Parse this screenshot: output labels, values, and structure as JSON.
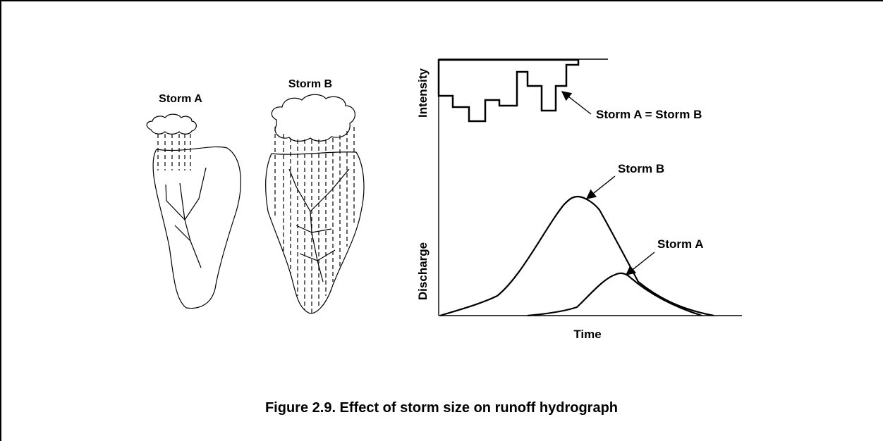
{
  "left": {
    "storm_a_label": "Storm A",
    "storm_b_label": "Storm B"
  },
  "chart": {
    "intensity_label": "Intensity",
    "discharge_label": "Discharge",
    "time_label": "Time",
    "equal_annotation": "Storm A = Storm B",
    "storm_b_curve_label": "Storm B",
    "storm_a_curve_label": "Storm A"
  },
  "caption": "Figure 2.9. Effect of storm size on runoff hydrograph"
}
